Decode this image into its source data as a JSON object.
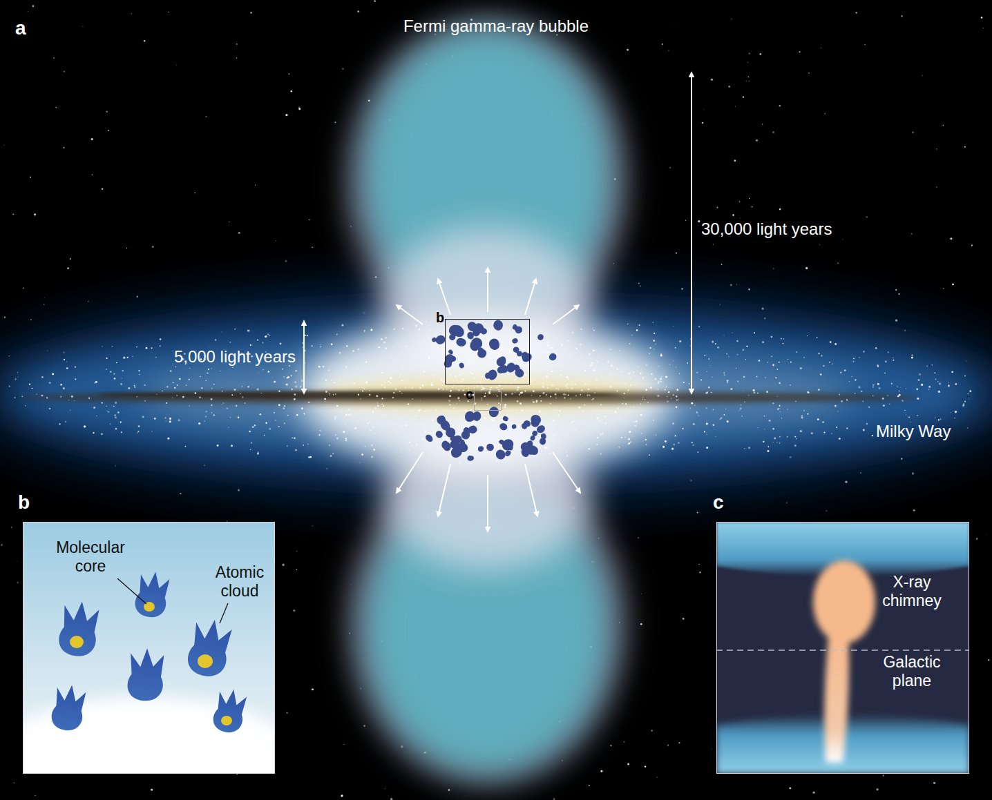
{
  "diagram": {
    "nodes": [
      {
        "text": [
          "b"
        ]
      },
      {
        "text": [
          "c"
        ]
      },
      {
        "text": [
          "b"
        ]
      },
      {
        "text": [
          "c"
        ]
      }
    ],
    "labels": [
      "a",
      "Fermi gamma-ray bubble",
      "30,000 light years",
      "5,000 light years",
      "Milky Way",
      "Molecular core",
      "Atomic cloud",
      "X-ray chimney",
      "Galactic plane"
    ]
  }
}
